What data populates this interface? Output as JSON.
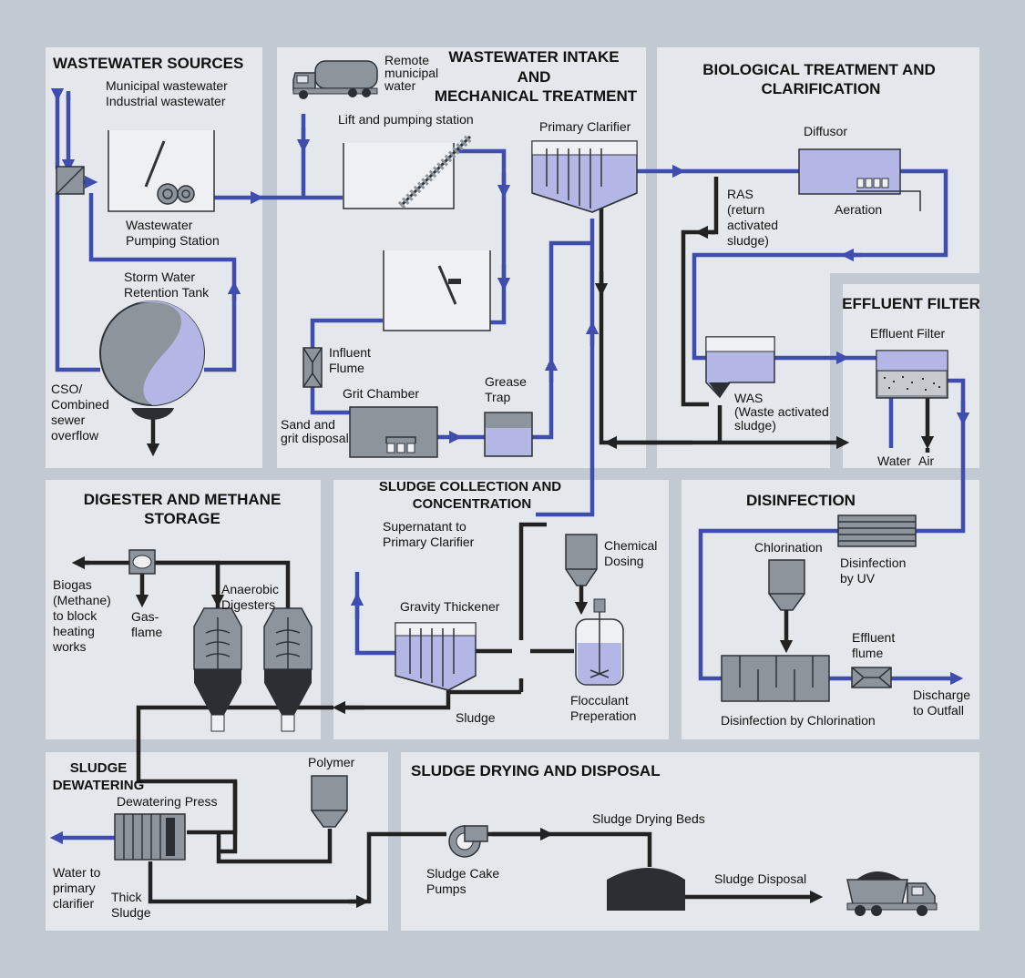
{
  "sections": {
    "sources": "WASTEWATER SOURCES",
    "intake_1": "WASTEWATER INTAKE",
    "intake_2": "AND",
    "intake_3": "MECHANICAL TREATMENT",
    "bio_1": "BIOLOGICAL TREATMENT AND",
    "bio_2": "CLARIFICATION",
    "effluent_filter": "EFFLUENT FILTER",
    "digester_1": "DIGESTER AND METHANE",
    "digester_2": "STORAGE",
    "sludge_coll_1": "SLUDGE COLLECTION AND",
    "sludge_coll_2": "CONCENTRATION",
    "disinfection": "DISINFECTION",
    "dewatering_1": "SLUDGE",
    "dewatering_2": "DEWATERING",
    "drying": "SLUDGE DRYING AND DISPOSAL"
  },
  "labels": {
    "municipal_ww": "Municipal wastewater",
    "industrial_ww": "Industrial wastewater",
    "ww_pump_1": "Wastewater",
    "ww_pump_2": "Pumping Station",
    "storm_1": "Storm Water",
    "storm_2": "Retention Tank",
    "cso_1": "CSO/",
    "cso_2": "Combined",
    "cso_3": "sewer",
    "cso_4": "overflow",
    "remote_1": "Remote",
    "remote_2": "municipal",
    "remote_3": "water",
    "lift": "Lift and pumping station",
    "influent_1": "Influent",
    "influent_2": "Flume",
    "grit": "Grit Chamber",
    "sand_1": "Sand and",
    "sand_2": "grit disposal",
    "grease_1": "Grease",
    "grease_2": "Trap",
    "primary_clarifier": "Primary Clarifier",
    "diffusor": "Diffusor",
    "aeration": "Aeration",
    "ras_1": "RAS",
    "ras_2": "(return",
    "ras_3": "activated",
    "ras_4": "sludge)",
    "was_1": "WAS",
    "was_2": "(Waste activated",
    "was_3": "sludge)",
    "effluent_filter": "Effluent Filter",
    "water": "Water",
    "air": "Air",
    "biogas_1": "Biogas",
    "biogas_2": "(Methane)",
    "biogas_3": "to block",
    "biogas_4": "heating",
    "biogas_5": "works",
    "gasflame_1": "Gas-",
    "gasflame_2": "flame",
    "anaerobic_1": "Anaerobic",
    "anaerobic_2": "Digesters",
    "supernatant_1": "Supernatant to",
    "supernatant_2": "Primary Clarifier",
    "gravity_thickener": "Gravity Thickener",
    "sludge": "Sludge",
    "chemical_1": "Chemical",
    "chemical_2": "Dosing",
    "flocculant_1": "Flocculant",
    "flocculant_2": "Preperation",
    "chlorination": "Chlorination",
    "uv_1": "Disinfection",
    "uv_2": "by UV",
    "effluent_flume_1": "Effluent",
    "effluent_flume_2": "flume",
    "discharge_1": "Discharge",
    "discharge_2": "to Outfall",
    "dis_chlor": "Disinfection by Chlorination",
    "dewatering_press": "Dewatering Press",
    "polymer": "Polymer",
    "water_primary_1": "Water to",
    "water_primary_2": "primary",
    "water_primary_3": "clarifier",
    "thick_1": "Thick",
    "thick_2": "Sludge",
    "cake_1": "Sludge Cake",
    "cake_2": "Pumps",
    "drying_beds": "Sludge Drying Beds",
    "disposal": "Sludge Disposal"
  },
  "colors": {
    "background": "#c2c9d3",
    "panel": "#e4e7ec",
    "water_line": "#3f4dae",
    "sludge_line": "#222222",
    "liquid": "#b4b7e6"
  }
}
